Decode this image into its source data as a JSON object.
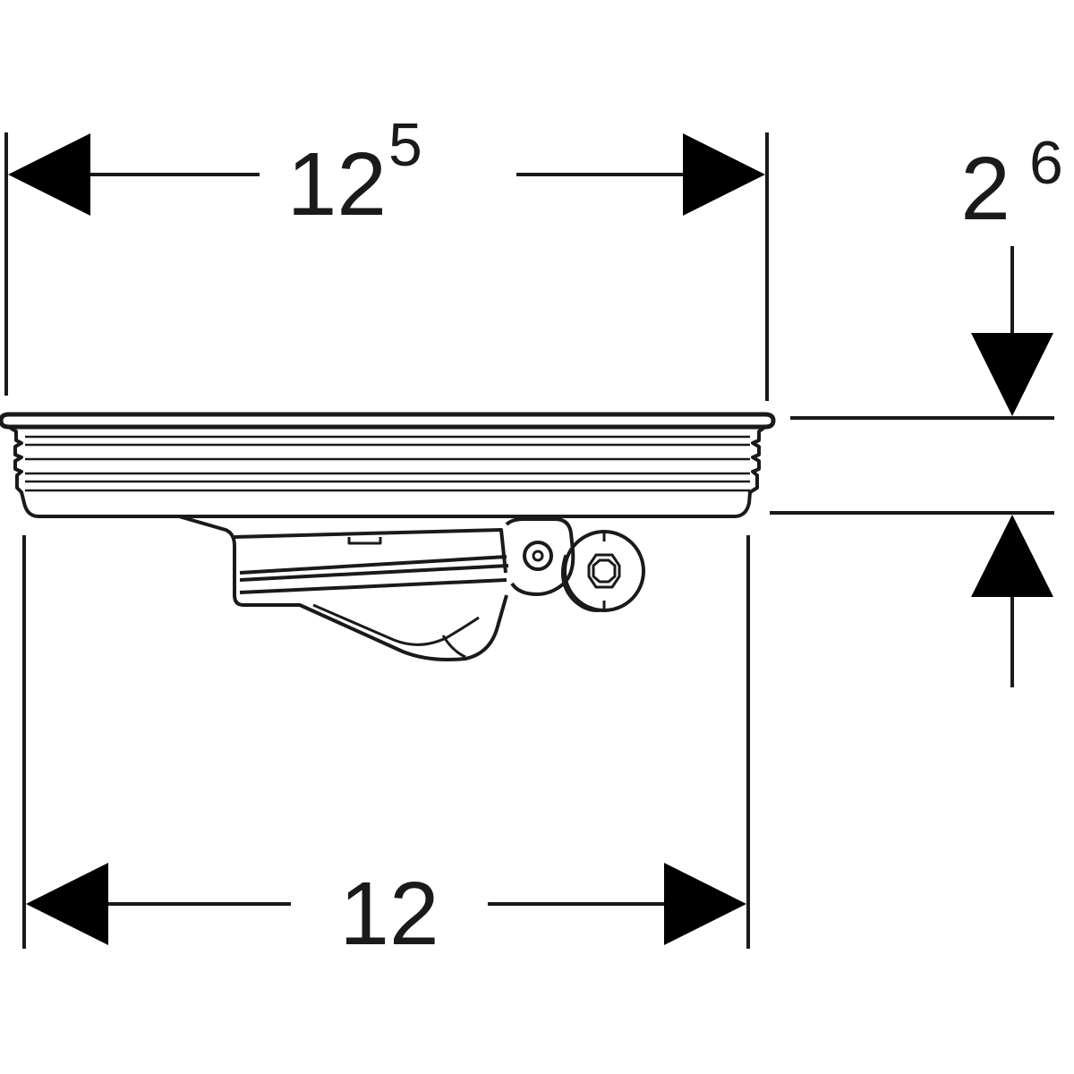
{
  "dimensions": {
    "top_width": {
      "main": "12",
      "superscript": "5"
    },
    "bottom_width": {
      "main": "12"
    },
    "height": {
      "main": "2",
      "superscript": "6"
    }
  },
  "colors": {
    "line": "#1a1a1a",
    "arrow": "#000000",
    "background": "#ffffff"
  }
}
